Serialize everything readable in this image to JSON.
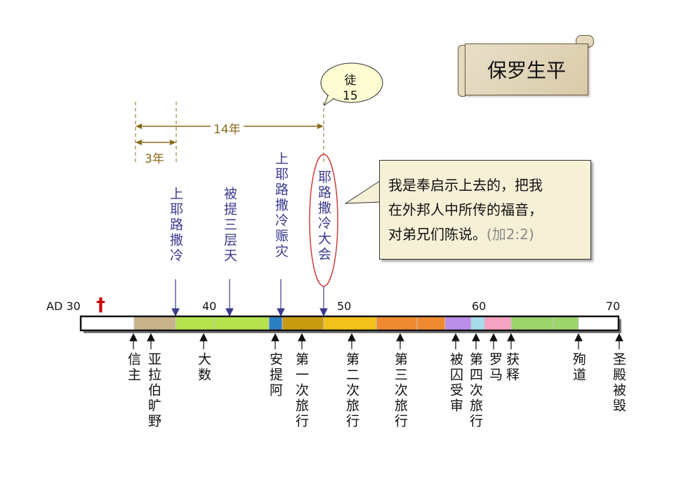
{
  "title": "保罗生平",
  "timeline": {
    "start_label": "AD 30",
    "ticks": [
      "40",
      "50",
      "60",
      "70"
    ],
    "cross": "†"
  },
  "durations": {
    "long": "14年",
    "short": "3年"
  },
  "bubble": "徒\n15",
  "quote": {
    "lines": [
      "我是奉启示上去的，把我",
      "在外邦人中所传的福音，",
      "对弟兄们陈说。"
    ],
    "ref": "(加2:2)"
  },
  "upper_events": [
    {
      "label": "上耶路撒冷"
    },
    {
      "label": "被提三层天"
    },
    {
      "label": "上耶路撒冷赈灾"
    },
    {
      "label": "耶路撒冷大会"
    }
  ],
  "lower_events": [
    {
      "label": "信主"
    },
    {
      "label": "亚拉伯旷野"
    },
    {
      "label": "大数"
    },
    {
      "label": "安提阿"
    },
    {
      "label": "第一次旅行"
    },
    {
      "label": "第二次旅行"
    },
    {
      "label": "第三次旅行"
    },
    {
      "label": "被囚受审"
    },
    {
      "label": "第四次旅行"
    },
    {
      "label": "罗马"
    },
    {
      "label": "获释"
    },
    {
      "label": "殉道"
    },
    {
      "label": "圣殿被毁"
    }
  ],
  "segments": [
    {
      "color": "#ffffff"
    },
    {
      "color": "#c8b28c"
    },
    {
      "color": "#b6e24e"
    },
    {
      "color": "#b6e24e"
    },
    {
      "color": "#2d7fc4"
    },
    {
      "color": "#c99b10"
    },
    {
      "color": "#f2c21a"
    },
    {
      "color": "#f08a30"
    },
    {
      "color": "#f08a30"
    },
    {
      "color": "#b98ee8"
    },
    {
      "color": "#a6dbea"
    },
    {
      "color": "#f5a3c2"
    },
    {
      "color": "#9dd46c"
    },
    {
      "color": "#9dd46c"
    },
    {
      "color": "#ffffff"
    }
  ],
  "colors": {
    "accent_purple": "#3a3a8e",
    "duration_brown": "#8b6a1a",
    "ellipse_red": "#d03030",
    "cross_red": "#cc0000"
  }
}
